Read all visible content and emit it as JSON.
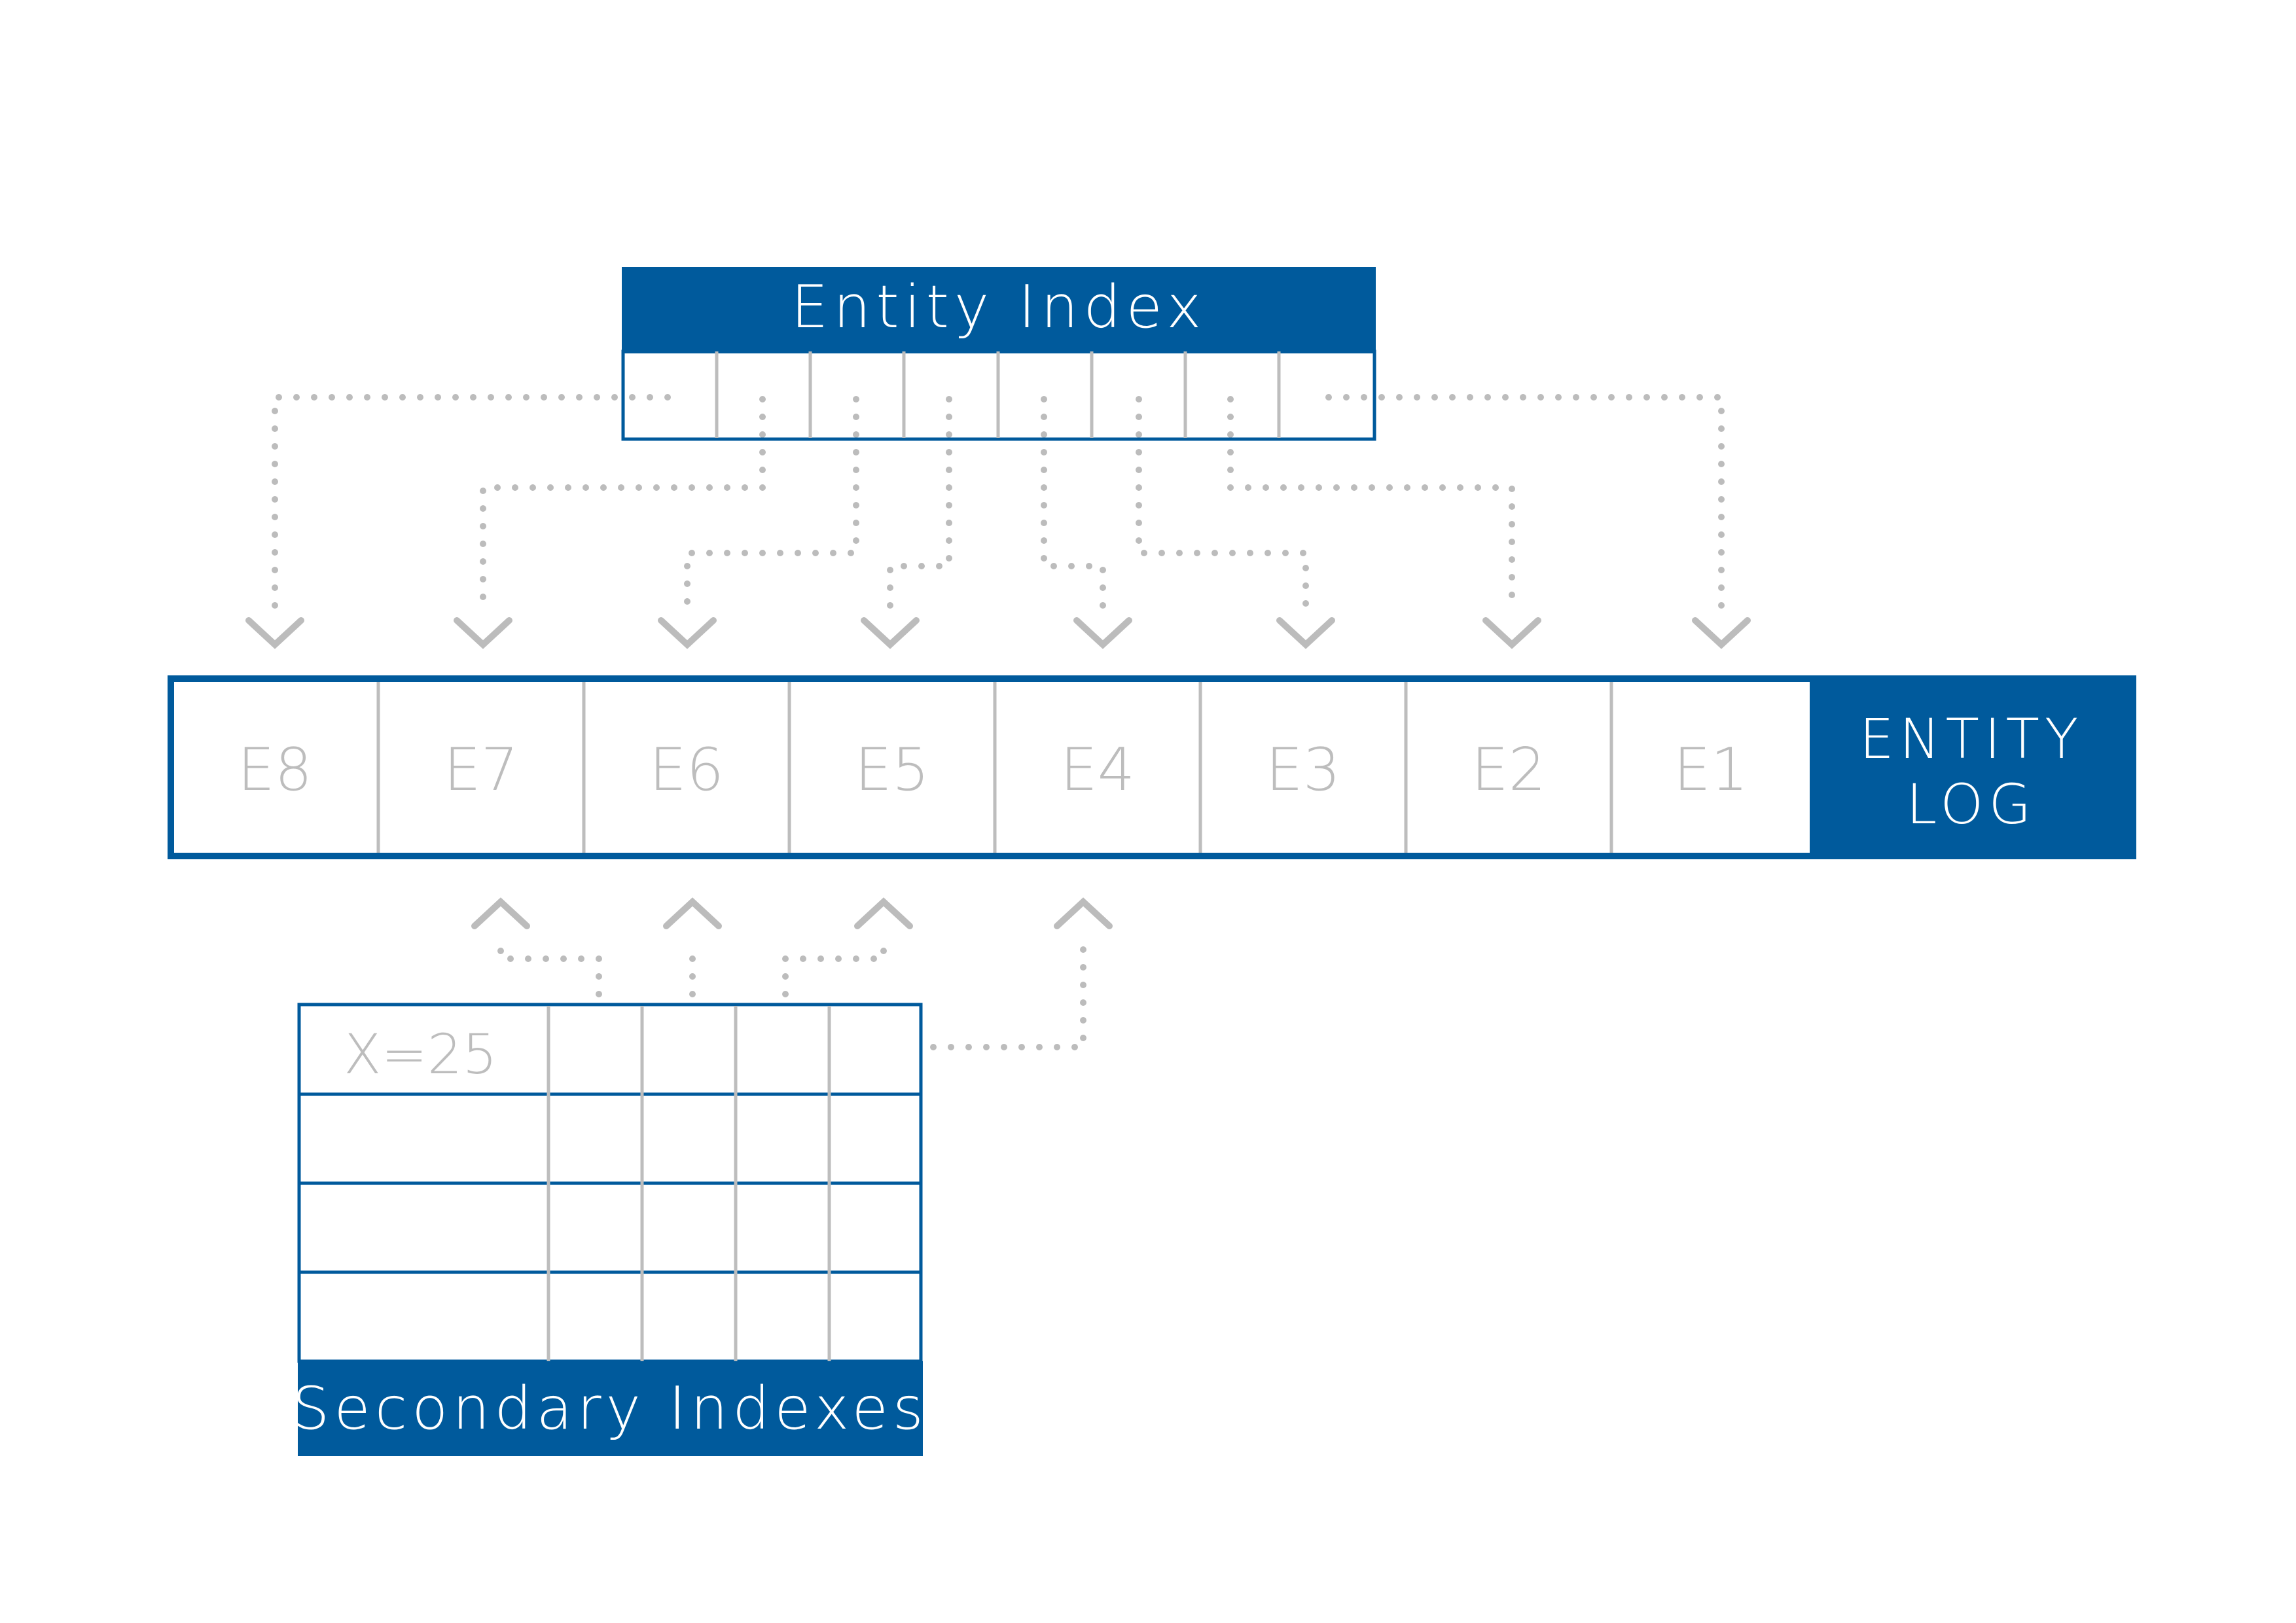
{
  "entity_index": {
    "title": "Entity Index",
    "slot_count": 8
  },
  "entity_log": {
    "title_line1": "ENTITY",
    "title_line2": "LOG",
    "entries": [
      "E8",
      "E7",
      "E6",
      "E5",
      "E4",
      "E3",
      "E2",
      "E1"
    ]
  },
  "secondary_indexes": {
    "title": "Secondary Indexes",
    "first_key": "X=25",
    "rows": 4,
    "pointer_columns": 4
  },
  "colors": {
    "brand_blue": "#005a9c",
    "connector_grey": "#bcbcbc",
    "cell_text_grey": "#bdbdbd",
    "grid_grey": "#bdbdbd",
    "background": "#ffffff"
  }
}
